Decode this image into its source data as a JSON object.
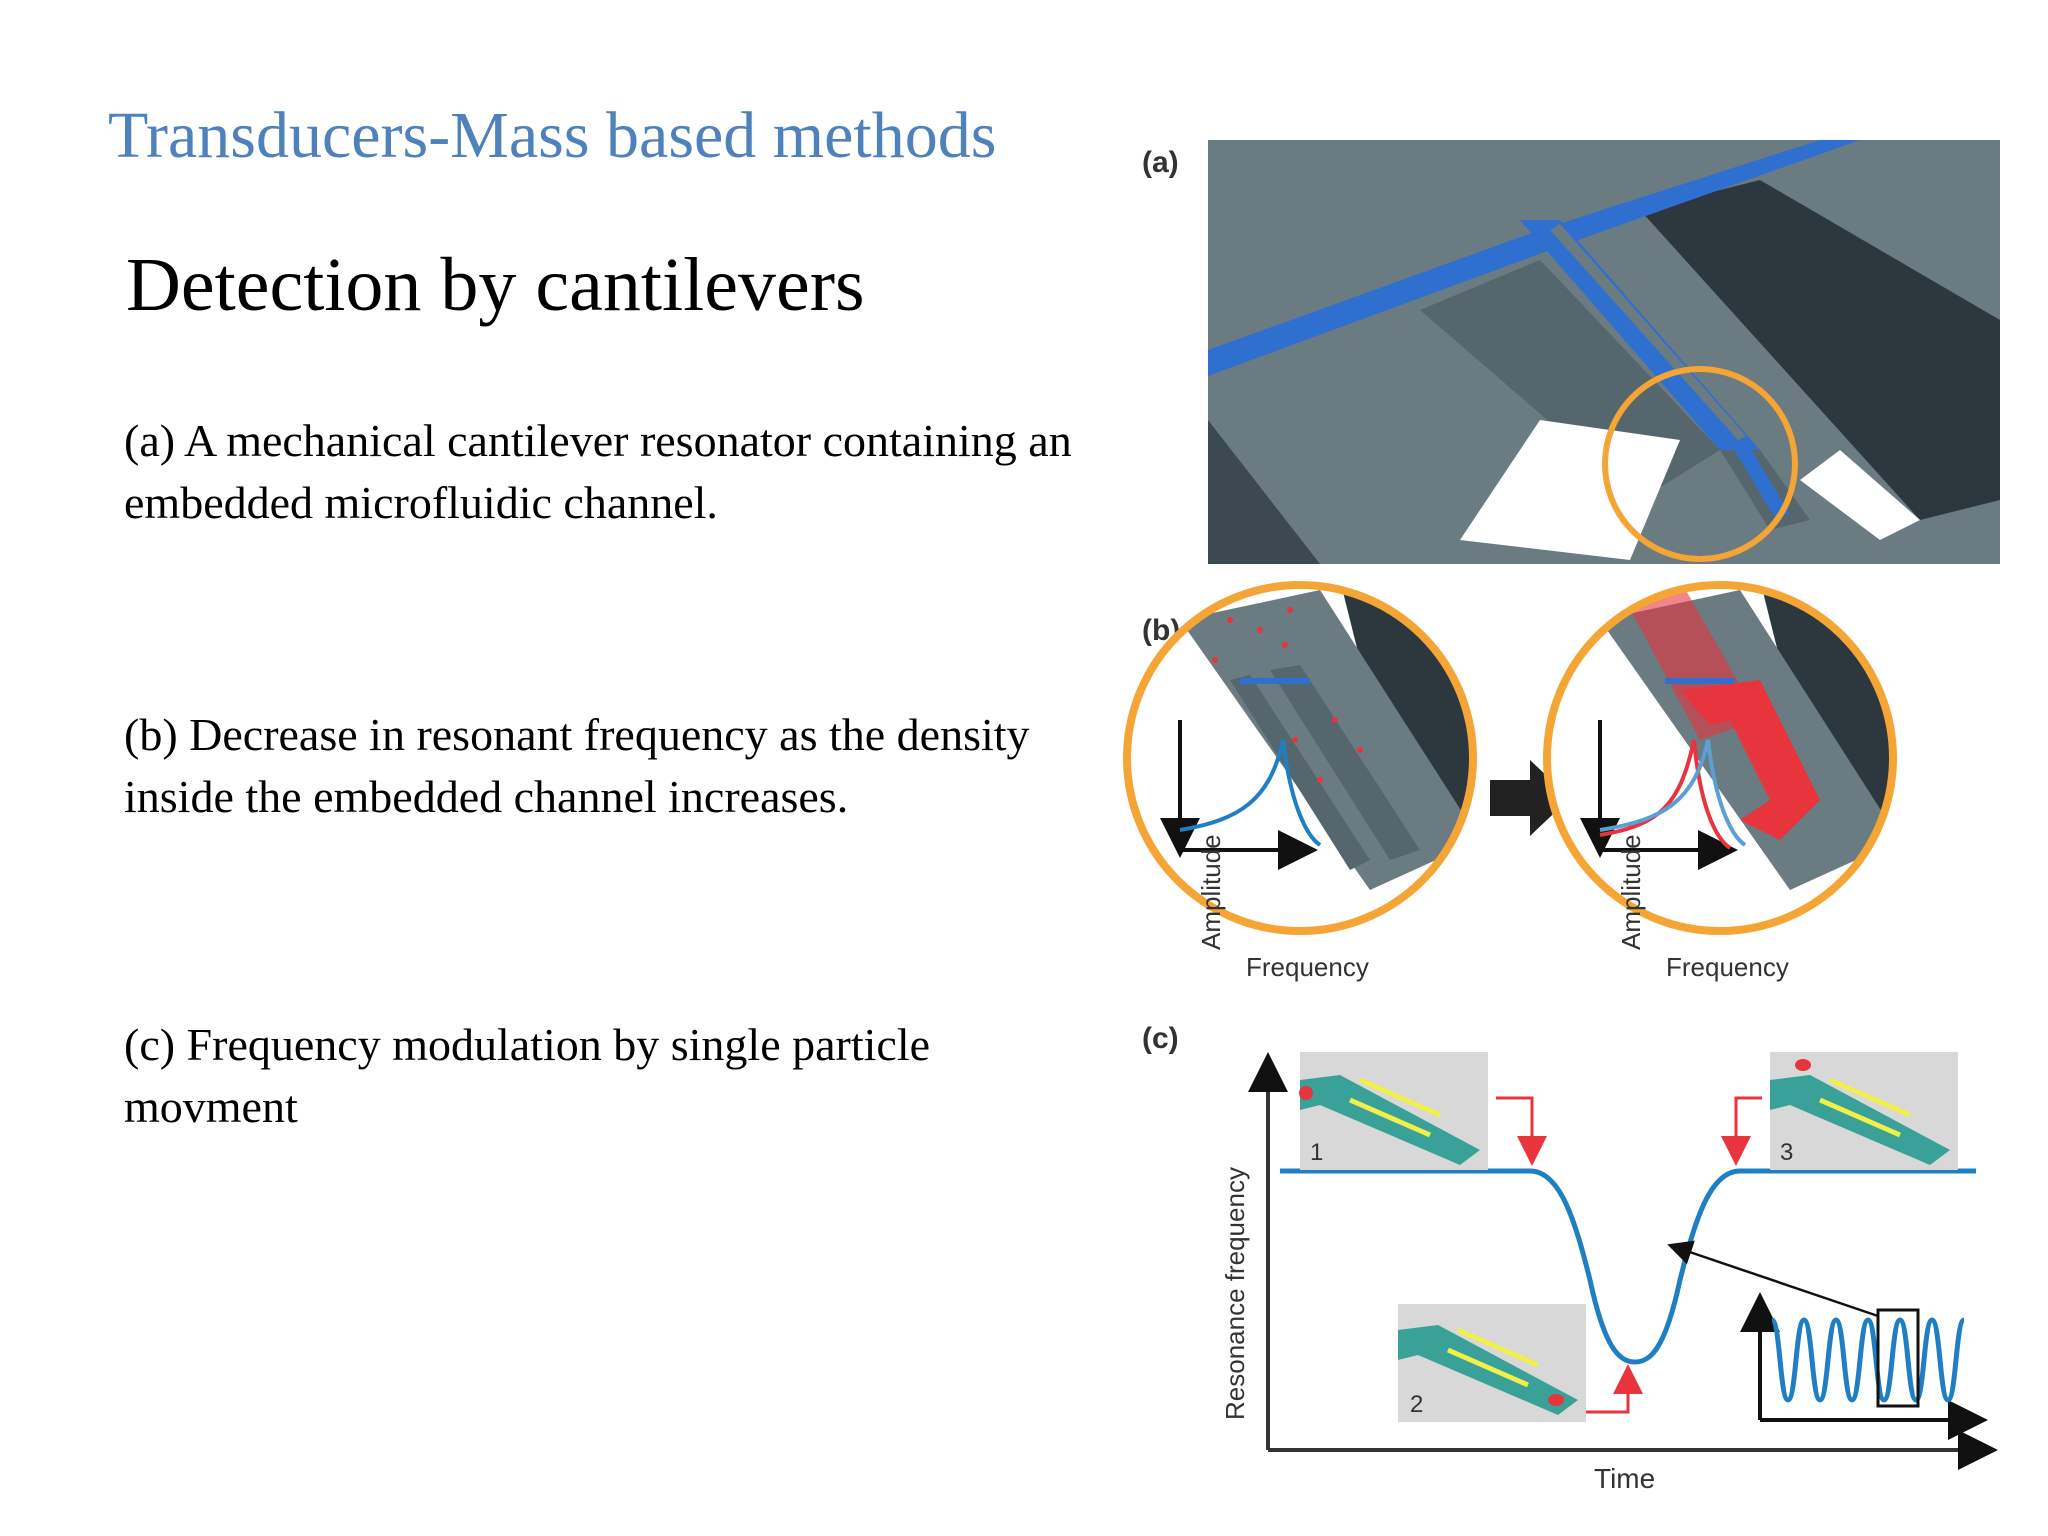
{
  "header": "Transducers-Mass based methods",
  "title": "Detection by cantilevers",
  "captions": {
    "a": "(a) A mechanical cantilever resonator containing an embedded microfluidic channel.",
    "b": "(b) Decrease in resonant frequency as the density inside the embedded channel increases.",
    "c": " (c) Frequency modulation by single particle movment"
  },
  "figure": {
    "panel_a_label": "(a)",
    "panel_b_label": "(b)",
    "panel_c_label": "(c)",
    "b_ylabel": "Amplitude",
    "b_xlabel": "Frequency",
    "c_ylabel": "Resonance frequency",
    "c_xlabel": "Time",
    "inset_1": "1",
    "inset_2": "2",
    "inset_3": "3",
    "colors": {
      "chip": "#6b7b82",
      "chip_dark": "#2c383e",
      "channel": "#2f6fd0",
      "highlight": "#f4a535",
      "curve_blue": "#1f7fc4",
      "curve_red": "#e8343c",
      "inset_bg": "#d8d8d8",
      "inset_teal": "#3aa198",
      "arrow_yellow": "#f1f04a"
    }
  }
}
